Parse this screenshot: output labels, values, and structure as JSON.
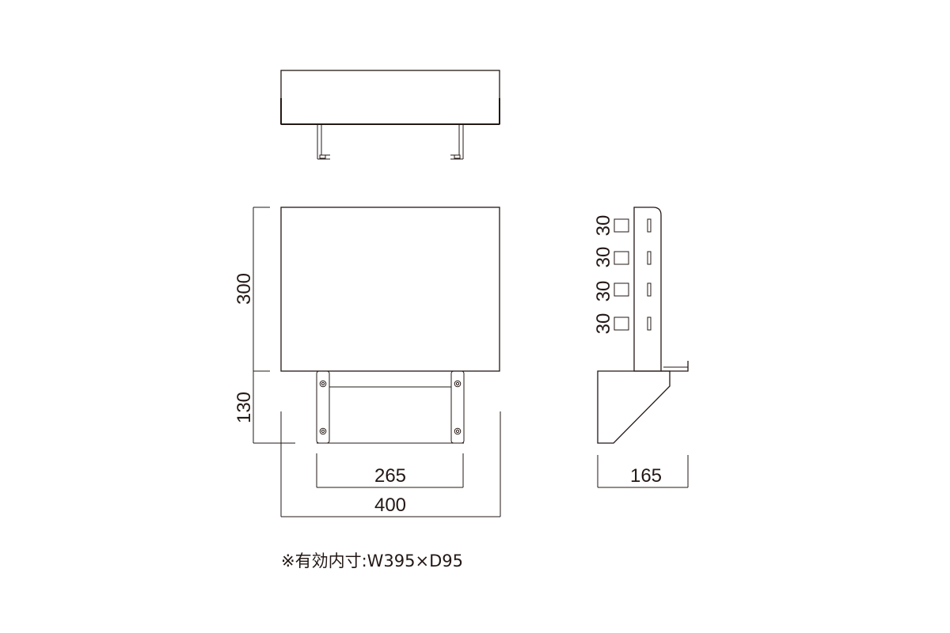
{
  "dimensions": {
    "front_height_top": "300",
    "front_height_bottom": "130",
    "bracket_spacing": "265",
    "overall_width": "400",
    "side_depth": "165",
    "pitch": [
      "30",
      "30",
      "30",
      "30"
    ]
  },
  "note": "※有効内寸:W395×D95"
}
